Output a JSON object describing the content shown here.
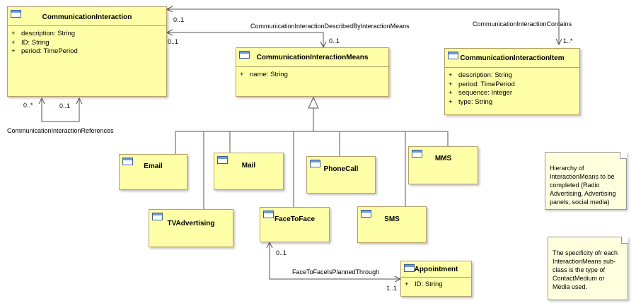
{
  "classes": {
    "communication_interaction": {
      "name": "CommunicationInteraction",
      "attributes": [
        {
          "vis": "+",
          "text": "description: String"
        },
        {
          "vis": "+",
          "text": "ID: String"
        },
        {
          "vis": "+",
          "text": "period: TimePeriod"
        }
      ]
    },
    "communication_interaction_means": {
      "name": "CommunicationInteractionMeans",
      "attributes": [
        {
          "vis": "+",
          "text": "name: String"
        }
      ]
    },
    "communication_interaction_item": {
      "name": "CommunicationInteractionItem",
      "attributes": [
        {
          "vis": "+",
          "text": "description: String"
        },
        {
          "vis": "+",
          "text": "period: TimePeriod"
        },
        {
          "vis": "+",
          "text": "sequence: Integer"
        },
        {
          "vis": "+",
          "text": "type: String"
        }
      ]
    },
    "email": {
      "name": "Email"
    },
    "mail": {
      "name": "Mail"
    },
    "phonecall": {
      "name": "PhoneCall"
    },
    "mms": {
      "name": "MMS"
    },
    "tvadvertising": {
      "name": "TVAdvertising"
    },
    "facetoface": {
      "name": "FaceToFace"
    },
    "sms": {
      "name": "SMS"
    },
    "appointment": {
      "name": "Appointment",
      "attributes": [
        {
          "vis": "+",
          "text": "ID: String"
        }
      ]
    }
  },
  "associations": {
    "described_by": {
      "name": "CommunicationInteractionDescribedByInteractionMeans",
      "source_mult": "0..1",
      "target_mult": "0..1"
    },
    "contains": {
      "name": "CommunicationInteractionContains",
      "source_mult": "0..1",
      "target_mult": "1..*"
    },
    "references": {
      "name": "CommunicationInteractionReferences",
      "mult_a": "0..*",
      "mult_b": "0..1"
    },
    "planned_through": {
      "name": "FaceToFaceIsPlannedThrough",
      "source_mult": "0..1",
      "target_mult": "1..1"
    }
  },
  "notes": {
    "hierarchy": "Hierarchy of InteractionMeans to be completed (Radio Advertising, Advertising panels, social media)",
    "specificity": "The specificity ofr each InteractionMeans sub-class is the type of ContactMedium or Media used."
  }
}
